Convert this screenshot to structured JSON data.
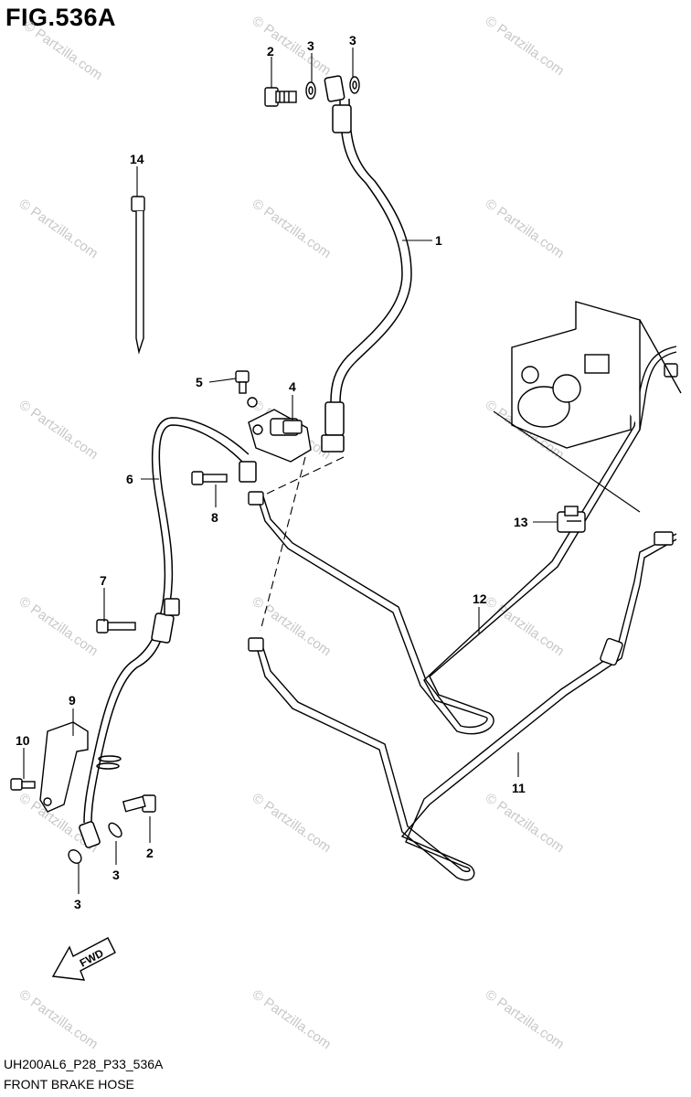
{
  "figure": {
    "title": "FIG.536A"
  },
  "watermark": {
    "text": "© Partzilla.com",
    "color": "#c8c8c8"
  },
  "callouts": [
    "1",
    "2",
    "3",
    "3",
    "14",
    "5",
    "4",
    "6",
    "8",
    "13",
    "12",
    "7",
    "9",
    "10",
    "11",
    "2",
    "3",
    "3"
  ],
  "fwd_marker": {
    "text": "FWD"
  },
  "footer": {
    "model_code": "UH200AL6_P28_P33_536A",
    "section_name": "FRONT BRAKE HOSE"
  }
}
